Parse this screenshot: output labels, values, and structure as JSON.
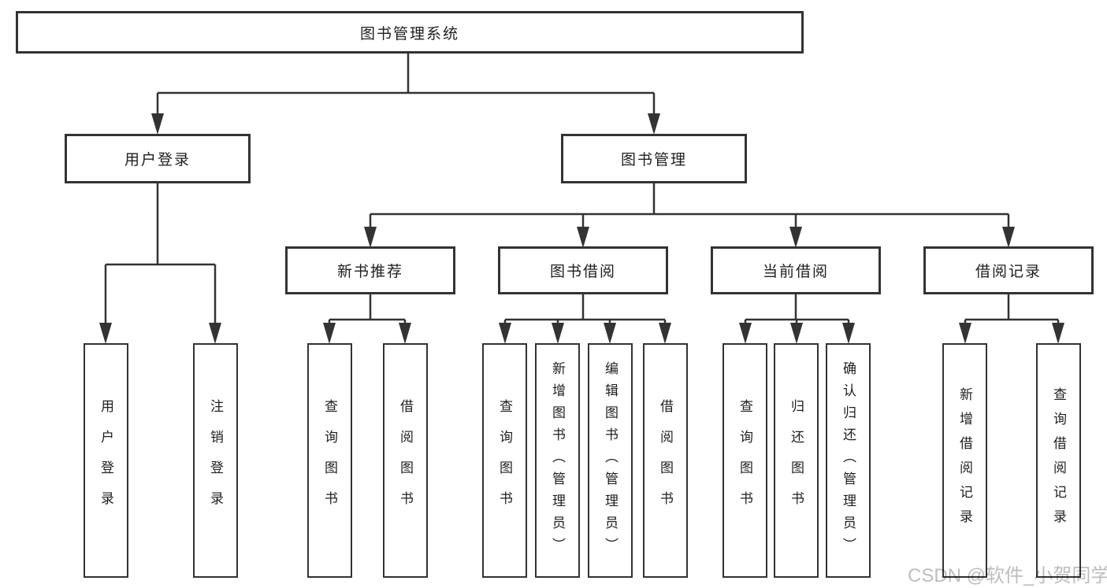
{
  "diagram": {
    "root": {
      "label": "图书管理系统"
    },
    "level2": [
      {
        "label": "用户登录"
      },
      {
        "label": "图书管理"
      }
    ],
    "level3": [
      {
        "label": "新书推荐"
      },
      {
        "label": "图书借阅"
      },
      {
        "label": "当前借阅"
      },
      {
        "label": "借阅记录"
      }
    ],
    "leaves": {
      "user_login": [
        "用户登录",
        "注销登录"
      ],
      "new_book": [
        "查询图书",
        "借阅图书"
      ],
      "book_borrow": [
        "查询图书",
        "新增图书（管理员）",
        "编辑图书（管理员）",
        "借阅图书"
      ],
      "current_borrow": [
        "查询图书",
        "归还图书",
        "确认归还（管理员）"
      ],
      "borrow_record": [
        "新增借阅记录",
        "查询借阅记录"
      ]
    },
    "watermark": "CSDN @软件_小贺同学"
  },
  "colors": {
    "line": "#333333",
    "box_border": "#333333",
    "box_fill": "#ffffff",
    "text": "#1f1f1f",
    "watermark": "#bdbdbd"
  }
}
